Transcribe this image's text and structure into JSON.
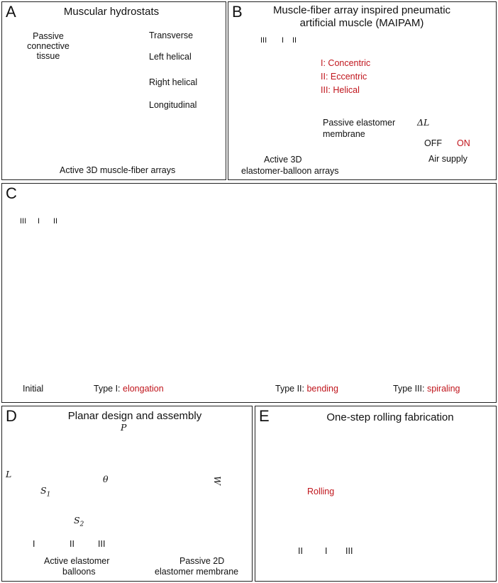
{
  "panelA": {
    "letter": "A",
    "title": "Muscular hydrostats",
    "label_passive": "Passive connective tissue",
    "label_transverse": "Transverse",
    "label_left": "Left helical",
    "label_right": "Right helical",
    "label_long": "Longitudinal",
    "caption": "Active 3D muscle-fiber arrays"
  },
  "panelB": {
    "letter": "B",
    "title_line1": "Muscle-fiber array inspired pneumatic",
    "title_line2": "artificial muscle (MAIPAM)",
    "roman": [
      "III",
      "I",
      "II"
    ],
    "legend": [
      "I: Concentric",
      "II: Eccentric",
      "III: Helical"
    ],
    "membrane_line1": "Passive elastomer",
    "membrane_line2": "membrane",
    "arrays_line1": "Active 3D",
    "arrays_line2": "elastomer-balloon arrays",
    "delta": "ΔL",
    "off": "OFF",
    "on": "ON",
    "air": "Air supply"
  },
  "panelC": {
    "letter": "C",
    "roman": [
      "III",
      "I",
      "II"
    ],
    "initial": "Initial",
    "type1_prefix": "Type I: ",
    "type1_word": "elongation",
    "type2_prefix": "Type II: ",
    "type2_word": "bending",
    "type3_prefix": "Type III: ",
    "type3_word": "spiraling"
  },
  "panelD": {
    "letter": "D",
    "title": "Planar design and assembly",
    "P": "P",
    "L": "L",
    "S1": "S",
    "S1_sub": "1",
    "S2": "S",
    "S2_sub": "2",
    "theta": "θ",
    "W": "W",
    "roman": [
      "I",
      "II",
      "III"
    ],
    "active_line1": "Active elastomer",
    "active_line2": "balloons",
    "passive_line1": "Passive 2D",
    "passive_line2": "elastomer membrane"
  },
  "panelE": {
    "letter": "E",
    "title": "One-step rolling fabrication",
    "rolling": "Rolling",
    "roman": [
      "II",
      "I",
      "III"
    ]
  },
  "colors": {
    "red_balloon": "#d9343a",
    "green_balloon": "#39a347",
    "yellow_balloon": "#e0a12a",
    "membrane": "#c9d5cd",
    "accent_red": "#c0151c"
  }
}
